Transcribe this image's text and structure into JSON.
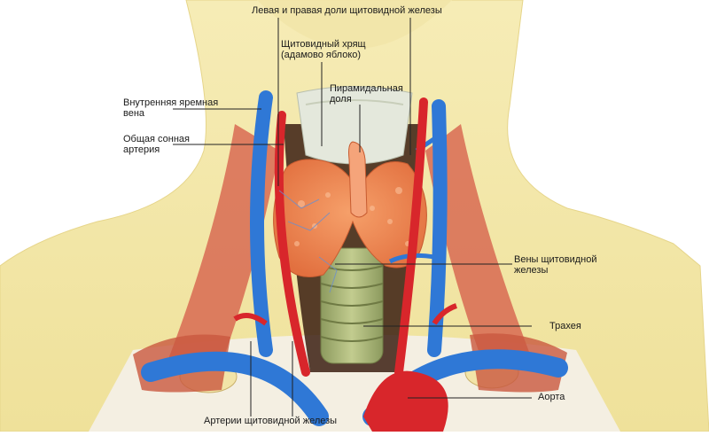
{
  "labels": {
    "thyroid_lobes": "Левая и правая доли щитовидной железы",
    "thyroid_cartilage": [
      "Щитовидный хрящ",
      "(адамово яблоко)"
    ],
    "pyramidal_lobe": [
      "Пирамидальная",
      "доля"
    ],
    "internal_jugular_vein": [
      "Внутренняя яремная",
      "вена"
    ],
    "common_carotid_artery": [
      "Общая сонная",
      "артерия"
    ],
    "thyroid_veins": [
      "Вены щитовидной",
      "железы"
    ],
    "trachea": "Трахея",
    "aorta": "Аорта",
    "thyroid_arteries": "Артерии щитовидной железы"
  },
  "colors": {
    "skin": "#f3e7a6",
    "thyroid": "#f08a55",
    "vein": "#2f78d6",
    "artery": "#d8262b",
    "muscle": "#d86a52",
    "trachea": "#aab57a",
    "leader": "#222222"
  }
}
